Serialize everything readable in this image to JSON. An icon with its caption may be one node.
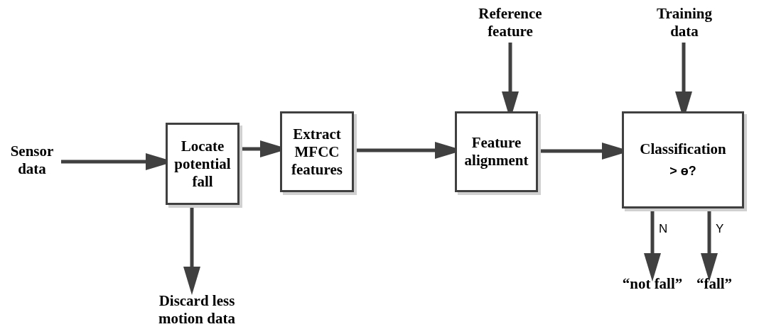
{
  "diagram": {
    "nodes": [
      {
        "text": [
          "Sensor data"
        ]
      },
      {
        "text": [
          "Locate potential fall"
        ]
      },
      {
        "text": [
          "Extract MFCC features"
        ]
      },
      {
        "text": [
          "Feature alignment"
        ]
      },
      {
        "text": [
          "Classification",
          "> ɵ?"
        ]
      },
      {
        "text": [
          "Reference feature"
        ]
      },
      {
        "text": [
          "Training data"
        ]
      },
      {
        "text": [
          "Discard less motion data"
        ]
      },
      {
        "text": [
          "“not fall”"
        ]
      },
      {
        "text": [
          "“fall”"
        ]
      }
    ],
    "edges": [
      {
        "from": 0,
        "to": 1,
        "arrow": "to"
      },
      {
        "from": 1,
        "to": 2,
        "arrow": "to"
      },
      {
        "from": 2,
        "to": 3,
        "arrow": "to"
      },
      {
        "from": 3,
        "to": 4,
        "arrow": "to"
      },
      {
        "from": 5,
        "to": 3,
        "arrow": "to"
      },
      {
        "from": 6,
        "to": 4,
        "arrow": "to"
      },
      {
        "from": 1,
        "to": 7,
        "arrow": "to"
      },
      {
        "from": 4,
        "to": 8,
        "arrow": "to",
        "label": "N"
      },
      {
        "from": 4,
        "to": 9,
        "arrow": "to",
        "label": "Y"
      }
    ]
  }
}
